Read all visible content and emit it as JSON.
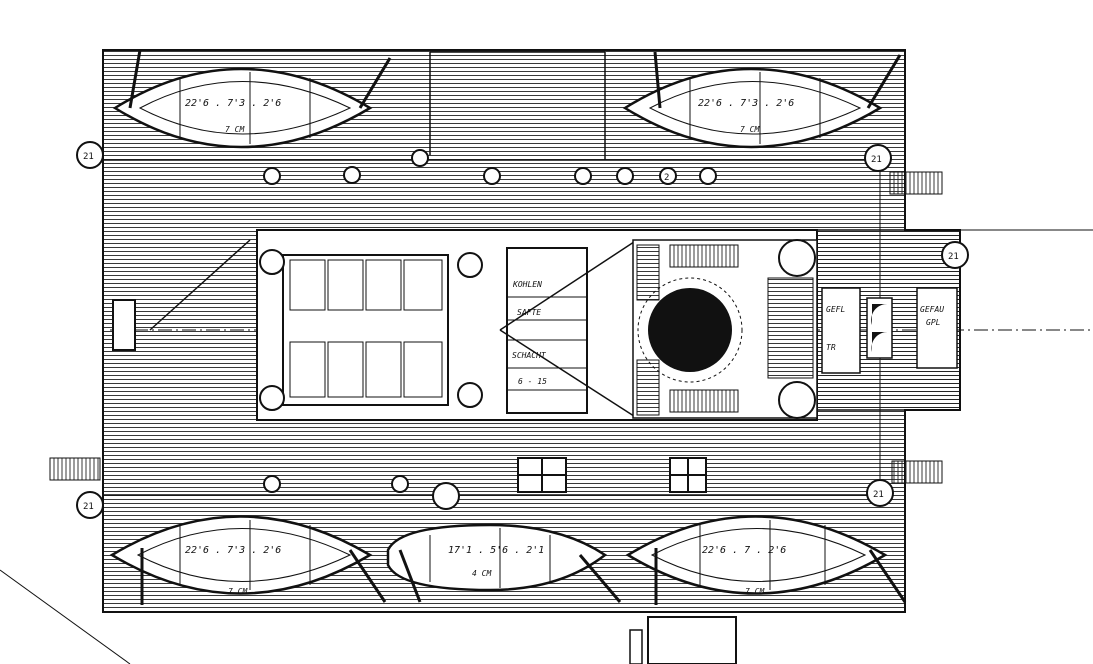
{
  "drawing": {
    "colors": {
      "ink": "#111111",
      "paper": "#ffffff"
    },
    "boats": [
      {
        "dims": "22'6 . 7'3 . 2'6",
        "capacity": "7 CM"
      },
      {
        "dims": "22'6 . 7'3 . 2'6",
        "capacity": "7 CM"
      },
      {
        "dims": "22'6 . 7'3 . 2'6",
        "capacity": "7 CM"
      },
      {
        "dims": "17'1 . 5'6 . 2'1",
        "capacity": "4 CM"
      },
      {
        "dims": "22'6 . 7 . 2'6",
        "capacity": "7 CM"
      }
    ],
    "center_box": [
      "KOHLEN",
      "SAFTE",
      "SCHACHT",
      "6 - 15"
    ],
    "aft_box": [
      "GEFAU",
      "GPL"
    ],
    "mid_box": [
      "GEFL",
      "TR"
    ],
    "ventilator_marks": [
      "21",
      "21",
      "21",
      "21",
      "21",
      "2"
    ]
  }
}
